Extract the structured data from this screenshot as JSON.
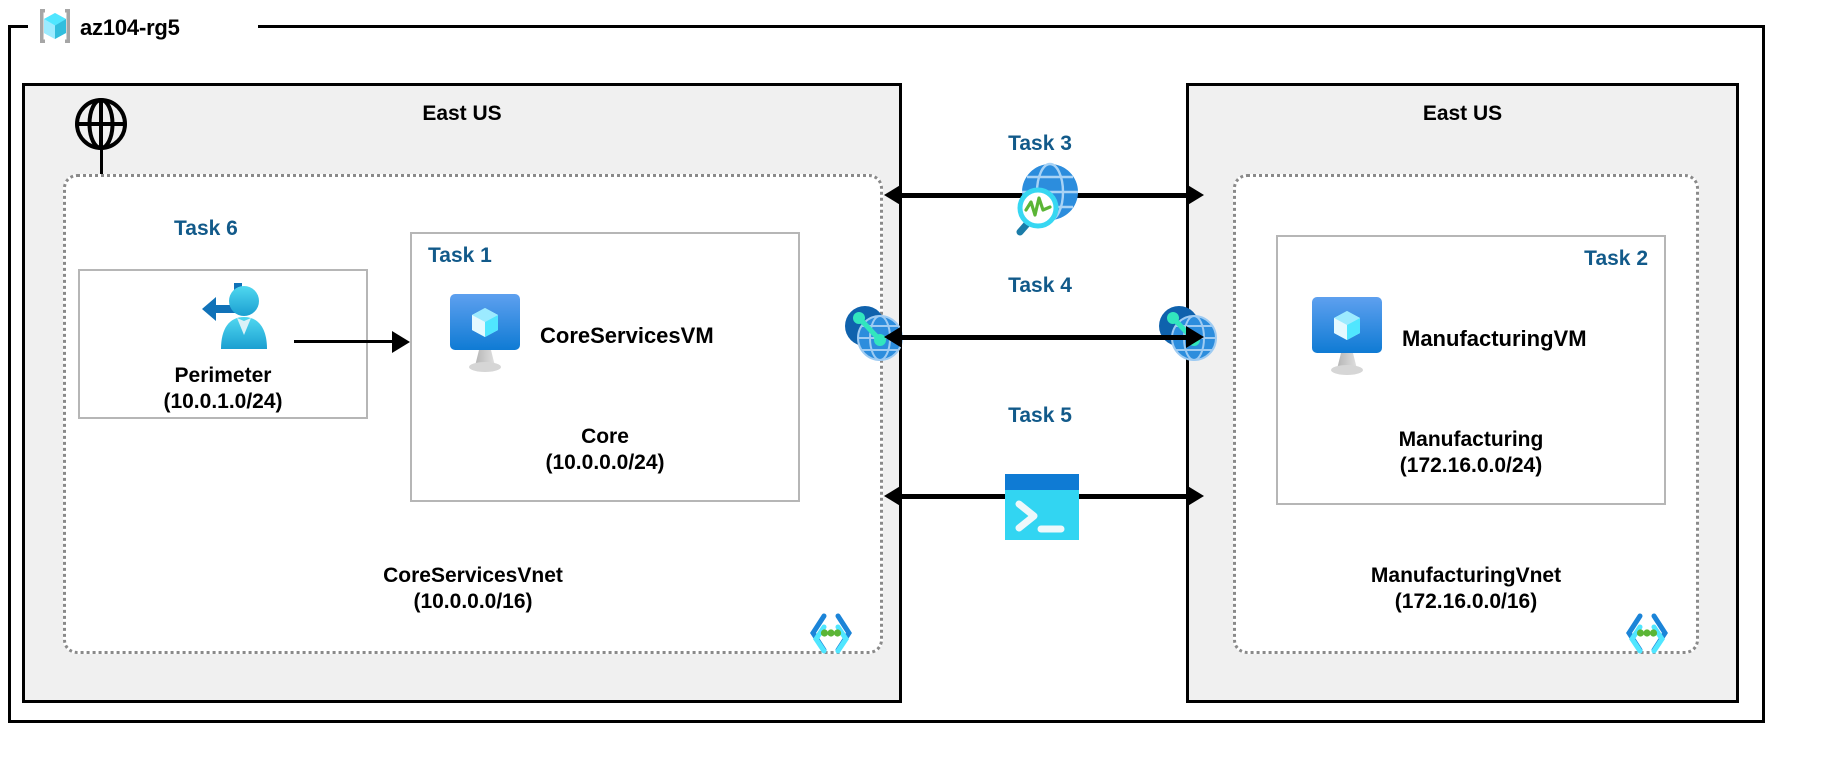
{
  "diagram": {
    "resource_group": {
      "name": "az104-rg5",
      "icon": "azure-resource-group-icon"
    },
    "regions": [
      {
        "id": "left",
        "title": "East US",
        "internet_icon": "internet-globe-icon",
        "vnet": {
          "name": "CoreServicesVnet",
          "cidr": "(10.0.0.0/16)",
          "corner_icon": "subnet-brackets-icon",
          "subnets": [
            {
              "id": "perimeter",
              "task": "Task 6",
              "name": "Perimeter",
              "cidr": "(10.0.1.0/24)",
              "icon": "bastion-user-icon"
            },
            {
              "id": "core",
              "task": "Task 1",
              "name": "Core",
              "cidr": "(10.0.0.0/24)",
              "vm": "CoreServicesVM",
              "icon": "virtual-machine-icon"
            }
          ]
        },
        "peering_icon": "vnet-peering-icon"
      },
      {
        "id": "right",
        "title": "East US",
        "vnet": {
          "name": "ManufacturingVnet",
          "cidr": "(172.16.0.0/16)",
          "corner_icon": "subnet-brackets-icon",
          "subnets": [
            {
              "id": "manufacturing",
              "task": "Task 2",
              "name": "Manufacturing",
              "cidr": "(172.16.0.0/24)",
              "vm": "ManufacturingVM",
              "icon": "virtual-machine-icon"
            }
          ]
        },
        "peering_icon": "vnet-peering-icon"
      }
    ],
    "connections": [
      {
        "id": "task3",
        "label": "Task 3",
        "icon": "network-watcher-icon",
        "direction": "bidirectional"
      },
      {
        "id": "task4",
        "label": "Task 4",
        "icon": "vnet-peering-icon",
        "direction": "bidirectional"
      },
      {
        "id": "task5",
        "label": "Task 5",
        "icon": "cloud-shell-icon",
        "direction": "bidirectional"
      }
    ],
    "colors": {
      "task_label": "#125a8a",
      "region_fill": "#f0f0f0",
      "border": "#000000",
      "vnet_dash": "#8a8a8a",
      "subnet_border": "#b6b6b6",
      "azure_blue": "#1b84d8",
      "azure_cyan": "#50e6ff",
      "peering_teal": "#32e6be",
      "watcher_green": "#5bb536"
    }
  }
}
